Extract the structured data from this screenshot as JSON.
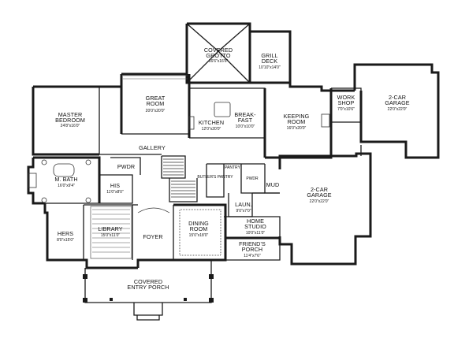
{
  "rooms": [
    {
      "id": "covered-grotto",
      "name": [
        "COVERED",
        "GROTTO"
      ],
      "dims": "16'6\"x16'6\""
    },
    {
      "id": "grill-deck",
      "name": [
        "GRILL",
        "DECK"
      ],
      "dims": "10'10\"x14'0\""
    },
    {
      "id": "master-bedroom",
      "name": [
        "MASTER",
        "BEDROOM"
      ],
      "dims": "24'8\"x16'0\""
    },
    {
      "id": "great-room",
      "name": [
        "GREAT",
        "ROOM"
      ],
      "dims": "20'0\"x20'0\""
    },
    {
      "id": "kitchen",
      "name": [
        "KITCHEN"
      ],
      "dims": "12'0\"x20'0\""
    },
    {
      "id": "breakfast",
      "name": [
        "BREAK-",
        "FAST"
      ],
      "dims": "10'0\"x10'0\""
    },
    {
      "id": "keeping-room",
      "name": [
        "KEEPING",
        "ROOM"
      ],
      "dims": "16'0\"x20'0\""
    },
    {
      "id": "workshop",
      "name": [
        "WORK",
        "SHOP"
      ],
      "dims": "7'0\"x10'6\""
    },
    {
      "id": "garage-2car-right",
      "name": [
        "2-CAR",
        "GARAGE"
      ],
      "dims": "22'0\"x22'0\""
    },
    {
      "id": "gallery",
      "name": [
        "GALLERY"
      ],
      "dims": ""
    },
    {
      "id": "pwdr",
      "name": [
        "PWDR"
      ],
      "dims": ""
    },
    {
      "id": "m-bath",
      "name": [
        "M. BATH"
      ],
      "dims": "16'0\"x9'4\""
    },
    {
      "id": "his",
      "name": [
        "HIS"
      ],
      "dims": "11'0\"x8'0\""
    },
    {
      "id": "mud",
      "name": [
        "MUD"
      ],
      "dims": ""
    },
    {
      "id": "garage-2car-center",
      "name": [
        "2-CAR",
        "GARAGE"
      ],
      "dims": "22'0\"x22'0\""
    },
    {
      "id": "laundry",
      "name": [
        "LAUN."
      ],
      "dims": "9'0\"x7'0\""
    },
    {
      "id": "home-studio",
      "name": [
        "HOME",
        "STUDIO"
      ],
      "dims": "10'0\"x11'0\""
    },
    {
      "id": "hers",
      "name": [
        "HERS"
      ],
      "dims": "8'0\"x15'0\""
    },
    {
      "id": "library",
      "name": [
        "LIBRARY"
      ],
      "dims": "15'0\"x11'0\""
    },
    {
      "id": "foyer",
      "name": [
        "FOYER"
      ],
      "dims": ""
    },
    {
      "id": "dining-room",
      "name": [
        "DINING",
        "ROOM"
      ],
      "dims": "15'0\"x18'0\""
    },
    {
      "id": "friends-porch",
      "name": [
        "FRIEND'S",
        "PORCH"
      ],
      "dims": "11'4\"x7'6\""
    },
    {
      "id": "covered-entry-porch",
      "name": [
        "COVERED",
        "ENTRY PORCH"
      ],
      "dims": ""
    }
  ],
  "small_labels": {
    "pantry": "PANTRY",
    "butlers_pantry": "BUTLER'S PANTRY",
    "pwdr2": "PWDR"
  }
}
